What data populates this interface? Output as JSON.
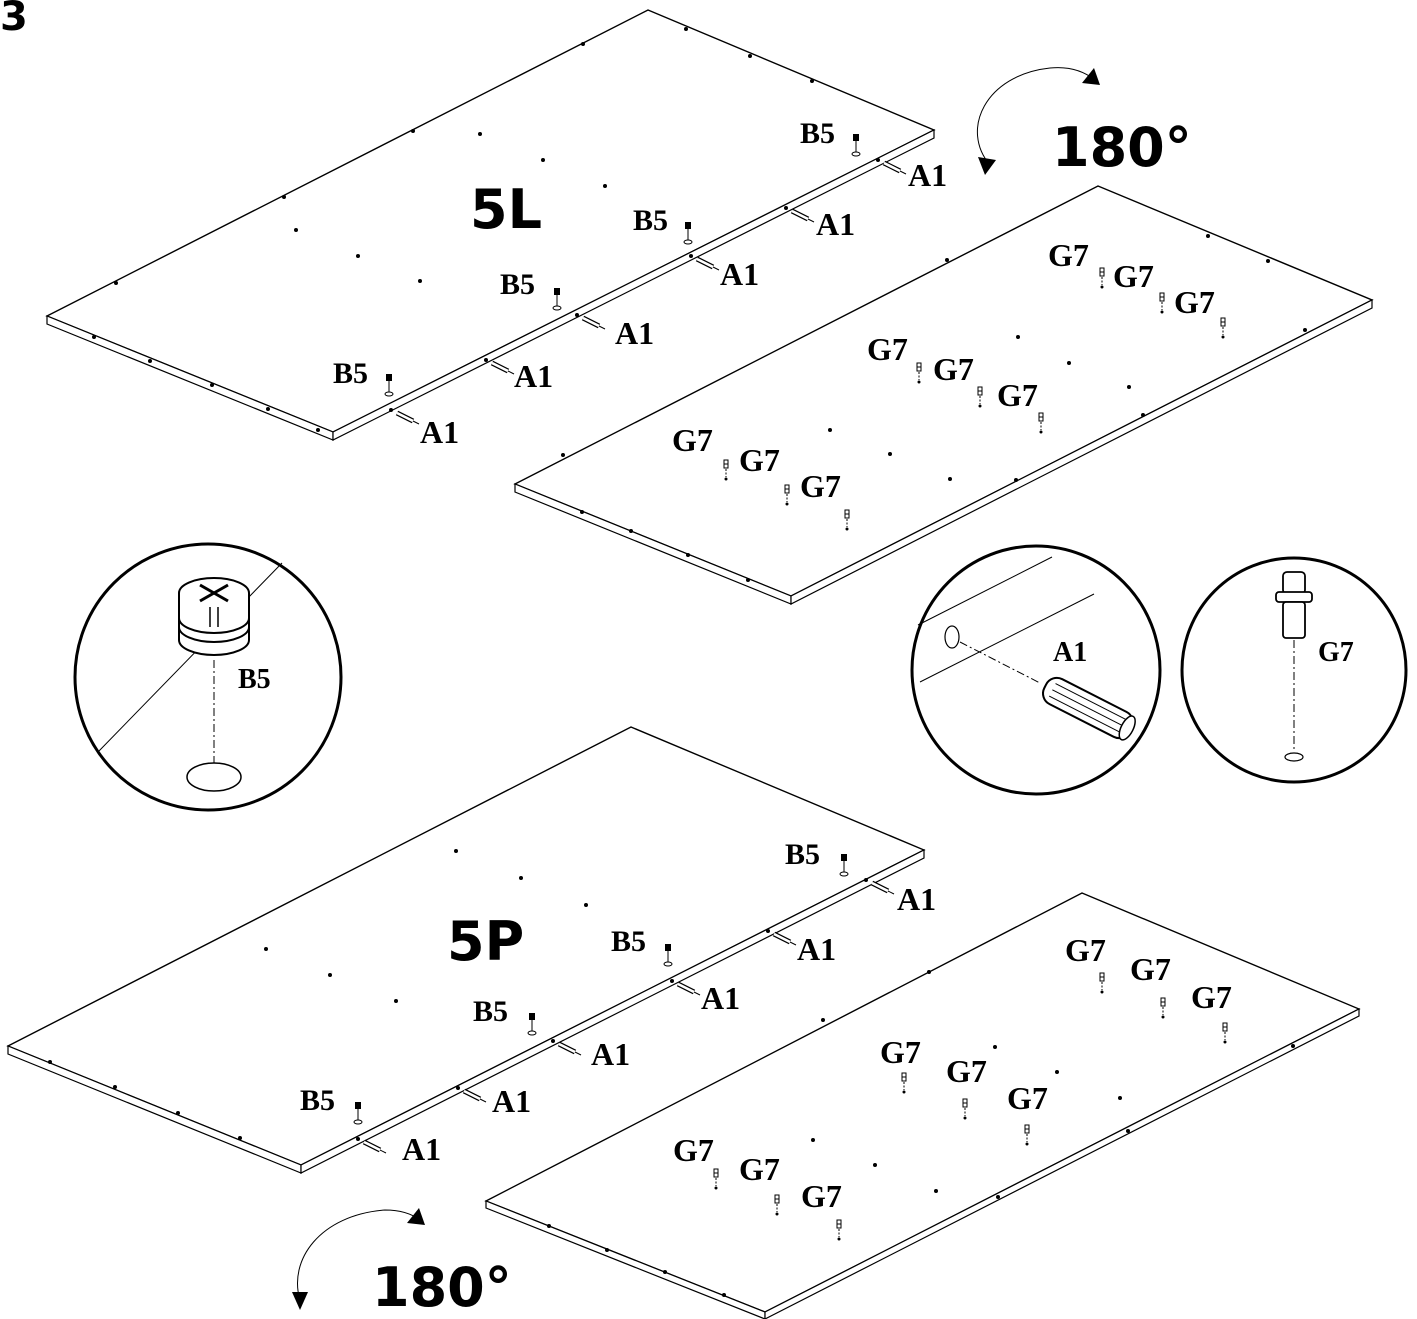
{
  "step_number": "3",
  "rotation_label": "180°",
  "panels": [
    {
      "id": "5L",
      "label": "5L"
    },
    {
      "id": "5P",
      "label": "5P"
    }
  ],
  "parts": {
    "cam_lock": "B5",
    "dowel": "A1",
    "pin": "G7"
  },
  "detail_callouts": [
    "B5",
    "A1",
    "G7"
  ]
}
